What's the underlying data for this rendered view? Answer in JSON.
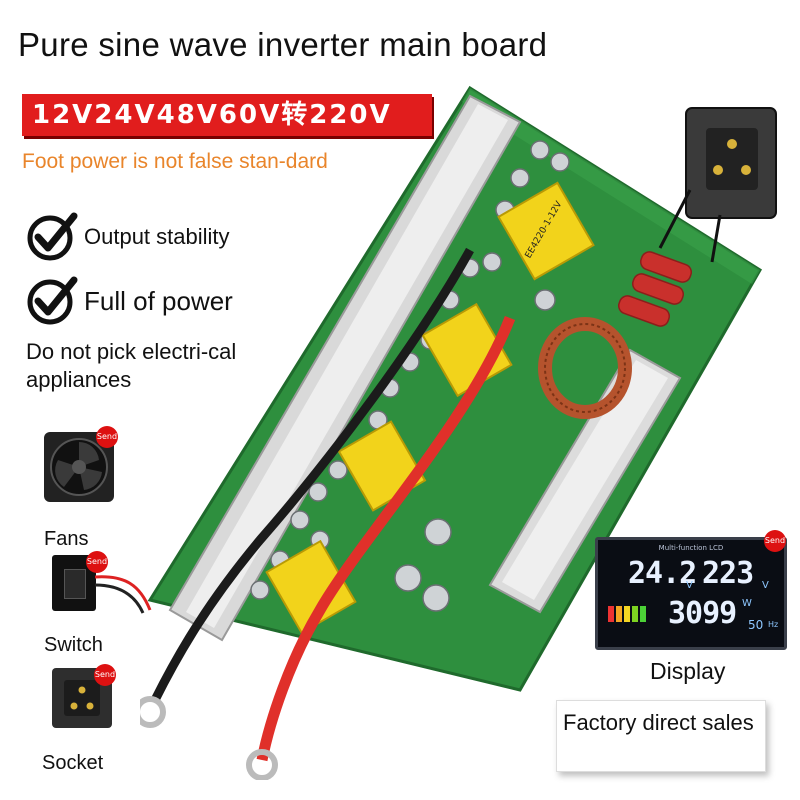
{
  "header": {
    "title": "Pure sine wave inverter main board",
    "voltage_banner": "12V24V48V60V转220V"
  },
  "features": {
    "foot_power": "Foot power is not false stan-dard",
    "items": [
      {
        "label": "Output stability",
        "icon": "check-circle-icon"
      },
      {
        "label": "Full of power",
        "icon": "check-circle-icon"
      }
    ],
    "warning": "Do not pick electri-cal appliances"
  },
  "accessories": [
    {
      "label": "Fans",
      "badge": "Send"
    },
    {
      "label": "Switch",
      "badge": "Send"
    },
    {
      "label": "Socket",
      "badge": "Send"
    }
  ],
  "display": {
    "label": "Display",
    "badge": "Send",
    "lcd_header": "Multi-function LCD",
    "dc_voltage": "24.2",
    "ac_voltage": "223",
    "power": "3099",
    "frequency": "50",
    "dc_unit": "V",
    "ac_unit": "V",
    "power_unit": "W",
    "freq_unit": "Hz"
  },
  "factory": {
    "text": "Factory direct sales"
  },
  "board": {
    "transformer_label": "EE4220-1-12V",
    "colors": {
      "pcb": "#2e8f3e",
      "heatsink": "#d9d9d9",
      "wire_red": "#e0302a",
      "wire_black": "#1b1b1b",
      "transformer": "#f2d31b",
      "coil": "#b5532d"
    }
  },
  "colors": {
    "banner_bg": "#e11d1d",
    "foot_text": "#e9852b",
    "badge": "#d11111"
  }
}
